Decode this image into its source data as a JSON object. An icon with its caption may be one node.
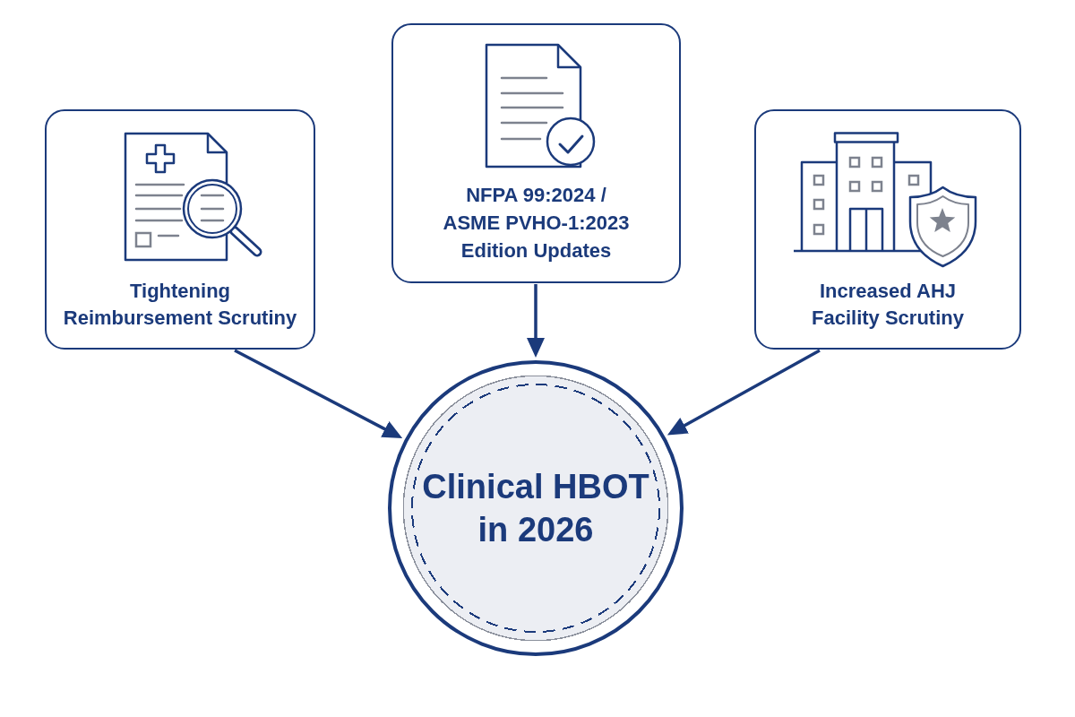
{
  "diagram": {
    "nodes": [
      {
        "text": [
          "Tightening Reimbursement Scrutiny"
        ]
      },
      {
        "text": [
          "NFPA 99:2024 / ASME PVHO-1:2023 Edition Updates"
        ]
      },
      {
        "text": [
          "Increased AHJ Facility Scrutiny"
        ]
      },
      {
        "text": [
          "Clinical HBOT in 2026"
        ]
      }
    ],
    "edges": [
      {
        "from": 0,
        "to": 3,
        "arrow": "to"
      },
      {
        "from": 1,
        "to": 3,
        "arrow": "to"
      },
      {
        "from": 2,
        "to": 3,
        "arrow": "to"
      }
    ]
  }
}
